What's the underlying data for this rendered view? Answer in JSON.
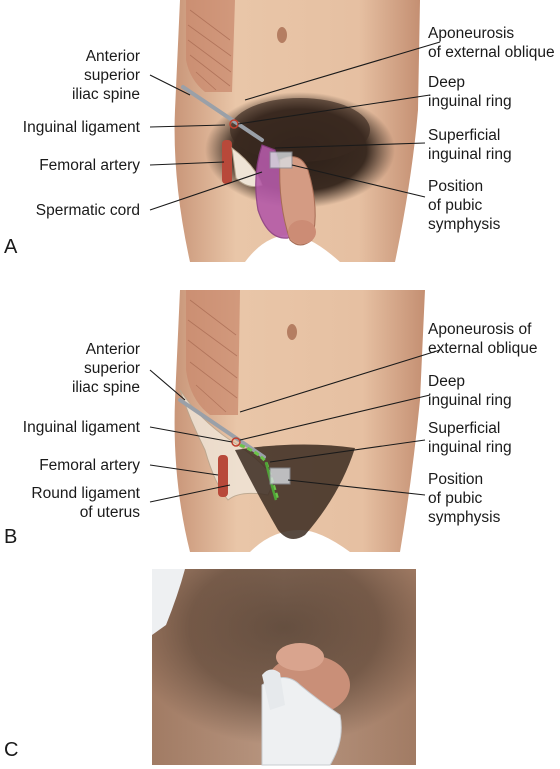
{
  "panels": [
    {
      "letter": "A",
      "labels": {
        "asis": "Anterior\nsuperior\niliac spine",
        "inguinal_ligament": "Inguinal ligament",
        "femoral_artery": "Femoral artery",
        "cord": "Spermatic cord",
        "aponeurosis": "Aponeurosis\nof external oblique",
        "deep_ring": "Deep\ninguinal ring",
        "superficial_ring": "Superficial\ninguinal ring",
        "pubic": "Position\nof pubic\nsymphysis"
      }
    },
    {
      "letter": "B",
      "labels": {
        "asis": "Anterior\nsuperior\niliac spine",
        "inguinal_ligament": "Inguinal ligament",
        "femoral_artery": "Femoral artery",
        "cord": "Round ligament\nof uterus",
        "aponeurosis": "Aponeurosis of\nexternal oblique",
        "deep_ring": "Deep\ninguinal ring",
        "superficial_ring": "Superficial\ninguinal ring",
        "pubic": "Position\nof pubic\nsymphysis"
      }
    },
    {
      "letter": "C"
    }
  ],
  "colors": {
    "skin": "#e6c0a2",
    "skin_shadow": "#c99679",
    "muscle": "#c98a6e",
    "hair": "#3a2a20",
    "artery": "#b8493a",
    "cord_purple": "#b45aa8",
    "round_ligament_green": "#6cc34a",
    "glove": "#eef0f2"
  }
}
